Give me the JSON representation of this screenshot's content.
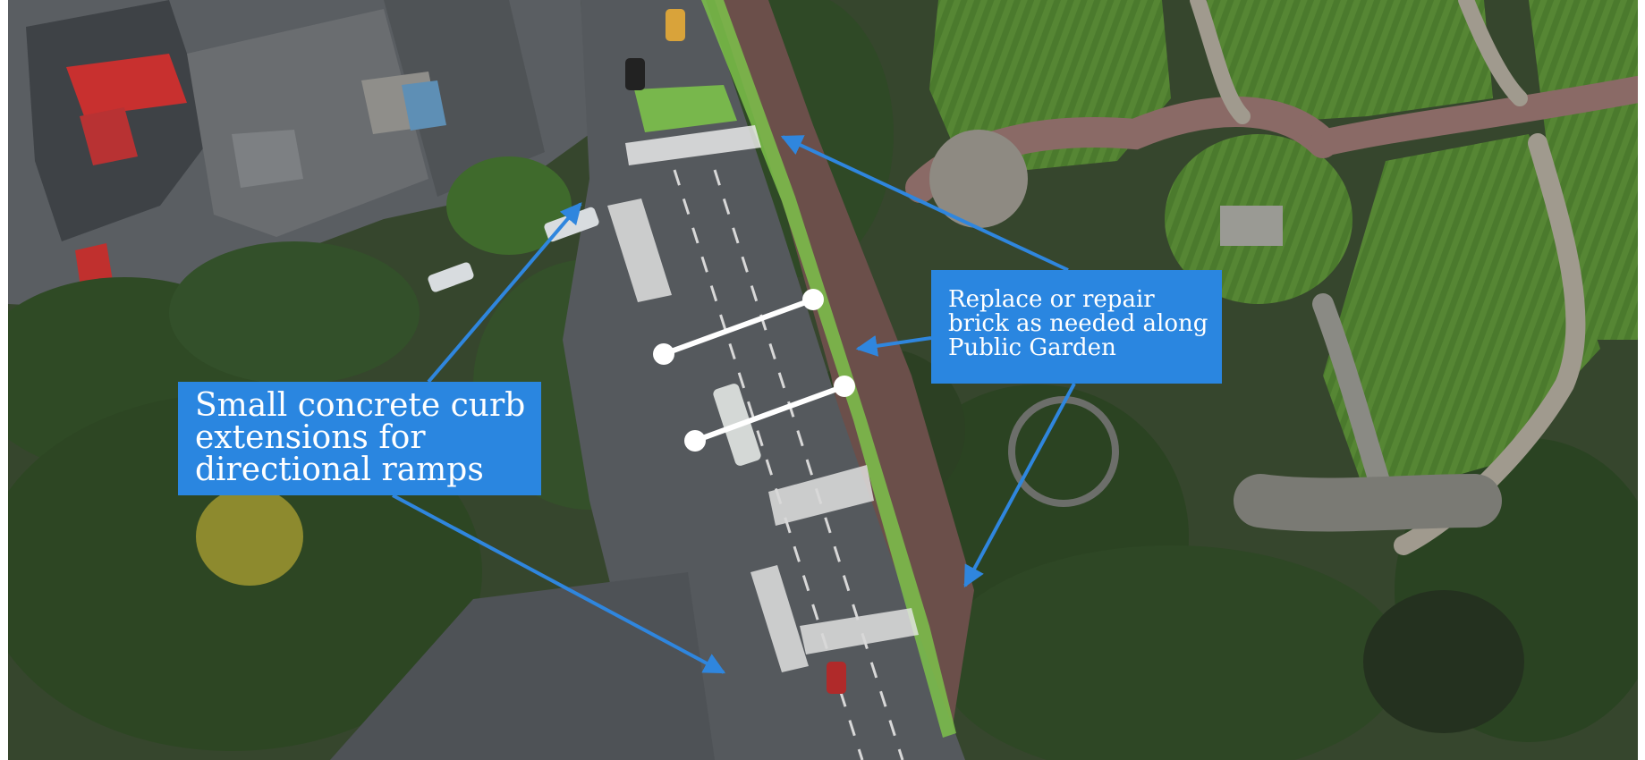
{
  "callouts": {
    "curb": {
      "lines": [
        "Small concrete curb",
        "extensions for",
        "directional ramps"
      ]
    },
    "brick": {
      "lines": [
        "Replace or repair",
        "brick as needed along",
        "Public Garden"
      ]
    }
  },
  "colors": {
    "callout_fill": "#2a86e0",
    "callout_text": "#ffffff",
    "arrow": "#2f86de",
    "crossing_marker": "#ffffff",
    "bike_lane": "#7cc14a",
    "park_path": "#8a6a66",
    "lawn": "#4d7a2f",
    "road": "#55595d"
  }
}
